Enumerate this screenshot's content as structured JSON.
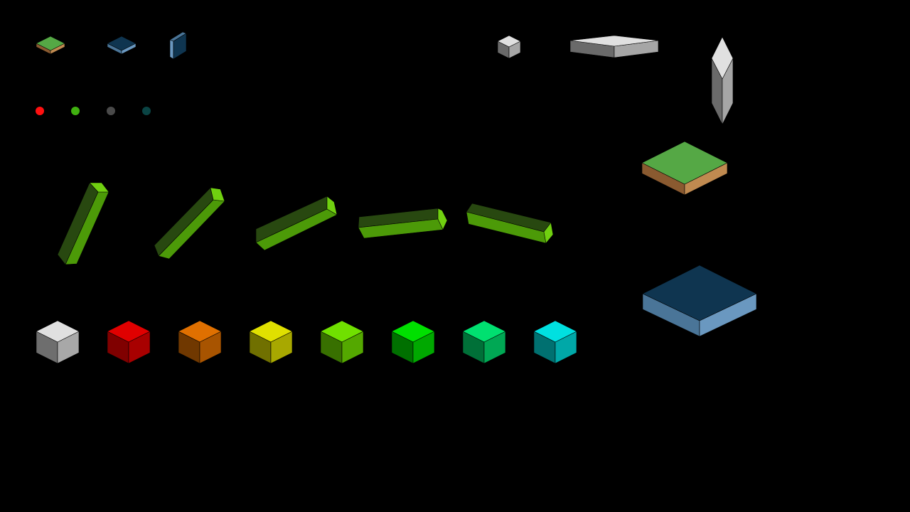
{
  "background": "#000000",
  "palette": {
    "grass_top": "#55a845",
    "grass_left": "#8a5a30",
    "grass_right": "#c08a50",
    "water_top": "#0f3550",
    "water_left": "#4a7598",
    "water_right": "#6a98c0",
    "gray_top": "#e0e0e0",
    "gray_left": "#6a6a6a",
    "gray_right": "#a6a6a6",
    "bar_cap": "#70d010",
    "bar_dark": "#284810",
    "bar_light": "#4c9a08",
    "sphere_red": "#ff1010",
    "sphere_green": "#40b010",
    "sphere_gray": "#4a4a4a",
    "sphere_teal": "#0a4444"
  },
  "cubes": [
    {
      "name": "white",
      "top": "#e0e0e0",
      "left": "#6e6e6e",
      "right": "#a8a8a8"
    },
    {
      "name": "red",
      "top": "#e00000",
      "left": "#800000",
      "right": "#a80000"
    },
    {
      "name": "orange",
      "top": "#e07000",
      "left": "#703800",
      "right": "#a85400"
    },
    {
      "name": "yellow",
      "top": "#e0e000",
      "left": "#707000",
      "right": "#a8a800"
    },
    {
      "name": "lime",
      "top": "#70e000",
      "left": "#387000",
      "right": "#54a800"
    },
    {
      "name": "green",
      "top": "#00e000",
      "left": "#007000",
      "right": "#00a800"
    },
    {
      "name": "spring-green",
      "top": "#00e070",
      "left": "#007038",
      "right": "#00a854"
    },
    {
      "name": "cyan",
      "top": "#00e0e0",
      "left": "#007070",
      "right": "#00a8a8"
    }
  ]
}
